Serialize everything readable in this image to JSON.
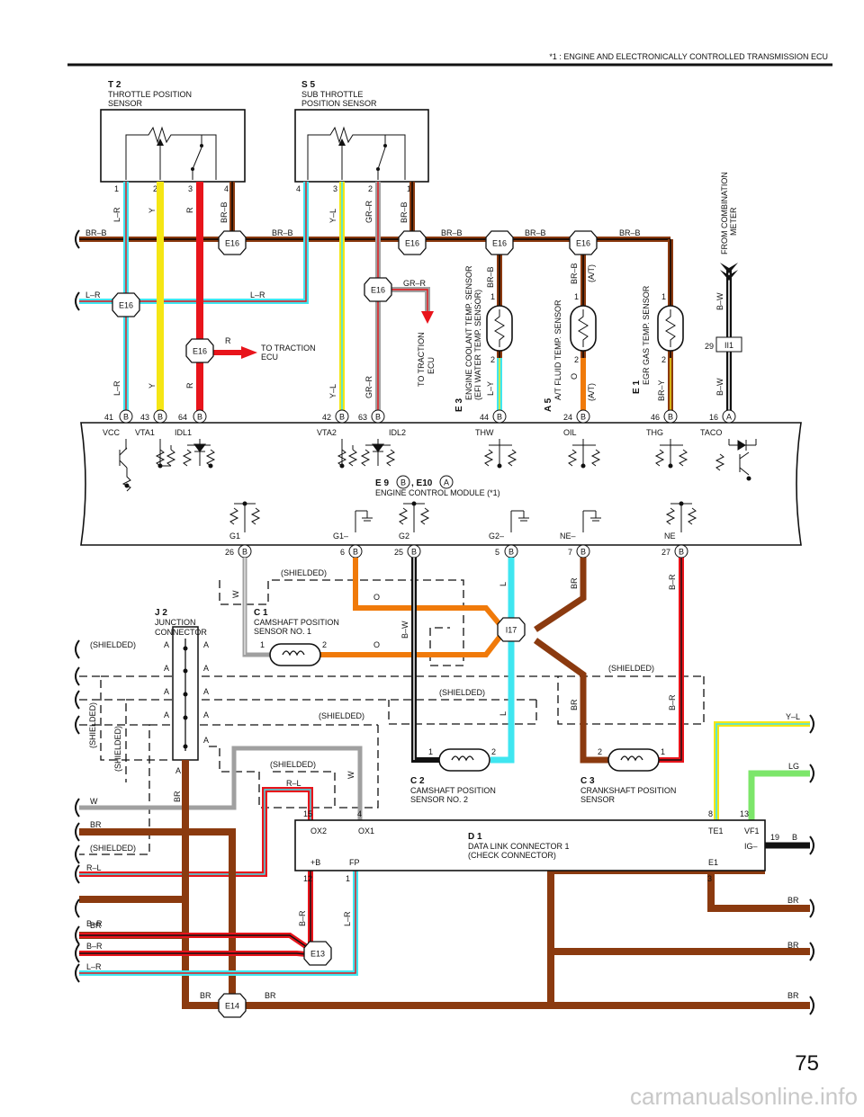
{
  "header": {
    "note": "*1 : ENGINE AND ELECTRONICALLY CONTROLLED TRANSMISSION ECU"
  },
  "page_number": "75",
  "watermark": "carmanualsonline.info",
  "components": {
    "t2": {
      "code": "T 2",
      "name1": "THROTTLE POSITION",
      "name2": "SENSOR"
    },
    "s5": {
      "code": "S 5",
      "name1": "SUB THROTTLE",
      "name2": "POSITION SENSOR"
    },
    "e3": {
      "code": "E 3",
      "name1": "ENGINE COOLANT TEMP. SENSOR",
      "name2": "(EFI WATER TEMP. SENSOR)"
    },
    "a5": {
      "code": "A 5",
      "name1": "A/T FLUID TEMP. SENSOR"
    },
    "e1": {
      "code": "E 1",
      "name1": "EGR GAS TEMP. SENSOR"
    },
    "meter": {
      "line1": "FROM COMBINATION",
      "line2": "METER"
    },
    "ecm": {
      "code1": "E 9",
      "code2": ", E10",
      "name": "ENGINE CONTROL MODULE (*1)"
    },
    "j2": {
      "code": "J 2",
      "name1": "JUNCTION",
      "name2": "CONNECTOR"
    },
    "c1": {
      "code": "C 1",
      "name1": "CAMSHAFT POSITION",
      "name2": "SENSOR NO. 1"
    },
    "c2": {
      "code": "C 2",
      "name1": "CAMSHAFT POSITION",
      "name2": "SENSOR NO. 2"
    },
    "c3": {
      "code": "C 3",
      "name1": "CRANKSHAFT POSITION",
      "name2": "SENSOR"
    },
    "d1": {
      "code": "D 1",
      "name1": "DATA LINK CONNECTOR 1",
      "name2": "(CHECK CONNECTOR)"
    }
  },
  "connectors": {
    "e16": "E16",
    "e13": "E13",
    "e14": "E14",
    "i17": "I17",
    "ii1": "II1",
    "b": "B",
    "a": "A"
  },
  "ecm_pins": {
    "vcc": "VCC",
    "vta1": "VTA1",
    "idl1": "IDL1",
    "vta2": "VTA2",
    "idl2": "IDL2",
    "thw": "THW",
    "oil": "OIL",
    "thg": "THG",
    "taco": "TACO",
    "g1": "G1",
    "g1m": "G1–",
    "g2": "G2",
    "g2m": "G2–",
    "nem": "NE–",
    "ne": "NE"
  },
  "pin_numbers": {
    "p41": "41",
    "p43": "43",
    "p64": "64",
    "p42": "42",
    "p63": "63",
    "p44": "44",
    "p24": "24",
    "p46": "46",
    "p16": "16",
    "p26": "26",
    "p6": "6",
    "p25": "25",
    "p5": "5",
    "p7": "7",
    "p27": "27",
    "t2_1": "1",
    "t2_2": "2",
    "t2_3": "3",
    "t2_4": "4",
    "s5_4": "4",
    "s5_3": "3",
    "s5_2": "2",
    "s5_1": "1",
    "e3_1": "1",
    "e3_2": "2",
    "a5_1": "1",
    "a5_2": "2",
    "e1_1": "1",
    "e1_2": "2",
    "p29": "29",
    "c1_1": "1",
    "c1_2": "2",
    "c2_1": "1",
    "c2_2": "2",
    "c3_2": "2",
    "c3_1": "1",
    "d15": "15",
    "d4": "4",
    "d8": "8",
    "d13": "13",
    "d19": "19",
    "d12": "12",
    "d1": "1",
    "d3": "3"
  },
  "wire_colors": {
    "brb": "BR–B",
    "lr": "L–R",
    "y": "Y",
    "r": "R",
    "yl": "Y–L",
    "grr": "GR–R",
    "ly": "L–Y",
    "o": "O",
    "at": "(A/T)",
    "bry": "BR–Y",
    "bw": "B–W",
    "w": "W",
    "br": "BR",
    "l": "L",
    "br2": "B–R",
    "rl": "R–L",
    "lg": "LG",
    "b": "B"
  },
  "labels": {
    "to_traction_ecu1": "TO TRACTION",
    "to_traction_ecu2": "ECU",
    "shielded": "(SHIELDED)",
    "j2_a": "A",
    "d1_ox2": "OX2",
    "d1_ox1": "OX1",
    "d1_te1": "TE1",
    "d1_vf1": "VF1",
    "d1_ig": "IG–",
    "d1_b": "+B",
    "d1_fp": "FP",
    "d1_e1": "E1"
  },
  "colors": {
    "brown": "#8B3A0F",
    "red": "#E8141B",
    "yellow": "#F5E614",
    "cyan": "#3FE6F0",
    "orange": "#F07A0A",
    "lime": "#7CE66A",
    "pink": "#D08080",
    "gray": "#A0A0A0"
  }
}
